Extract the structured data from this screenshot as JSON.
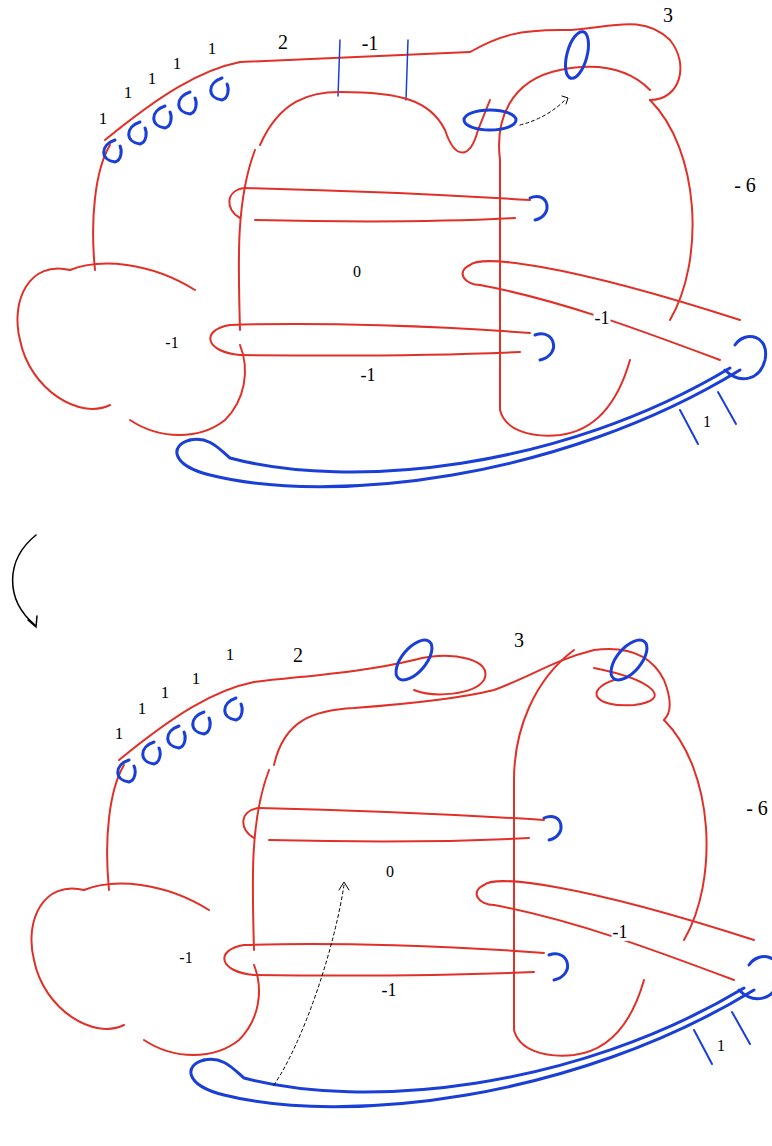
{
  "diagram": {
    "labels": [
      "1",
      "1",
      "1",
      "1",
      "1",
      "2",
      "-1",
      "3",
      "- 6",
      "0",
      "-1",
      "-1",
      "-1",
      "1",
      "1",
      "1",
      "1",
      "1",
      "1",
      "2",
      "3",
      "- 6",
      "0",
      "-1",
      "-1",
      "-1",
      "1"
    ]
  }
}
